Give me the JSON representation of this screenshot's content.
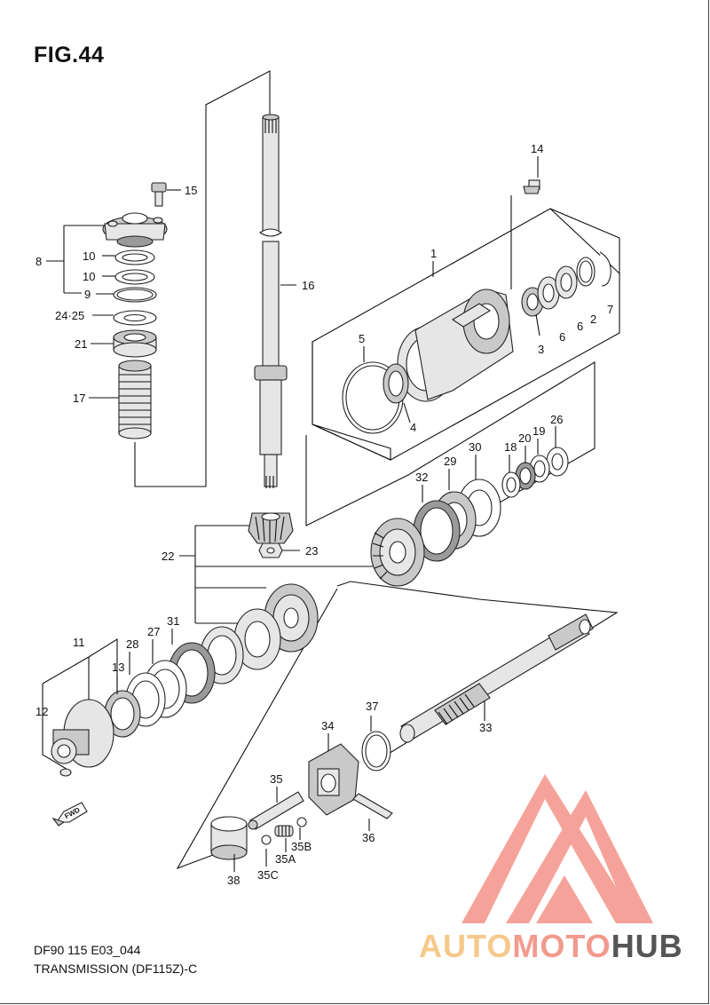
{
  "figure": {
    "title": "FIG.44",
    "model_code": "DF90 115 E03_044",
    "description": "TRANSMISSION (DF115Z)-C",
    "direction_label": "FWD"
  },
  "watermark": {
    "part1": "AUTO",
    "part2": "MOTO",
    "part3": "HUB",
    "color_primary": "#f39a8f",
    "color_secondary": "#f6c98a",
    "color_dark": "#555555"
  },
  "callouts": [
    "1",
    "2",
    "3",
    "4",
    "5",
    "6",
    "6",
    "7",
    "8",
    "9",
    "10",
    "10",
    "11",
    "12",
    "13",
    "14",
    "15",
    "16",
    "17",
    "18",
    "19",
    "20",
    "21",
    "22",
    "23",
    "24·25",
    "26",
    "27",
    "28",
    "29",
    "30",
    "31",
    "32",
    "33",
    "34",
    "35",
    "35A",
    "35B",
    "35C",
    "36",
    "37",
    "38"
  ]
}
